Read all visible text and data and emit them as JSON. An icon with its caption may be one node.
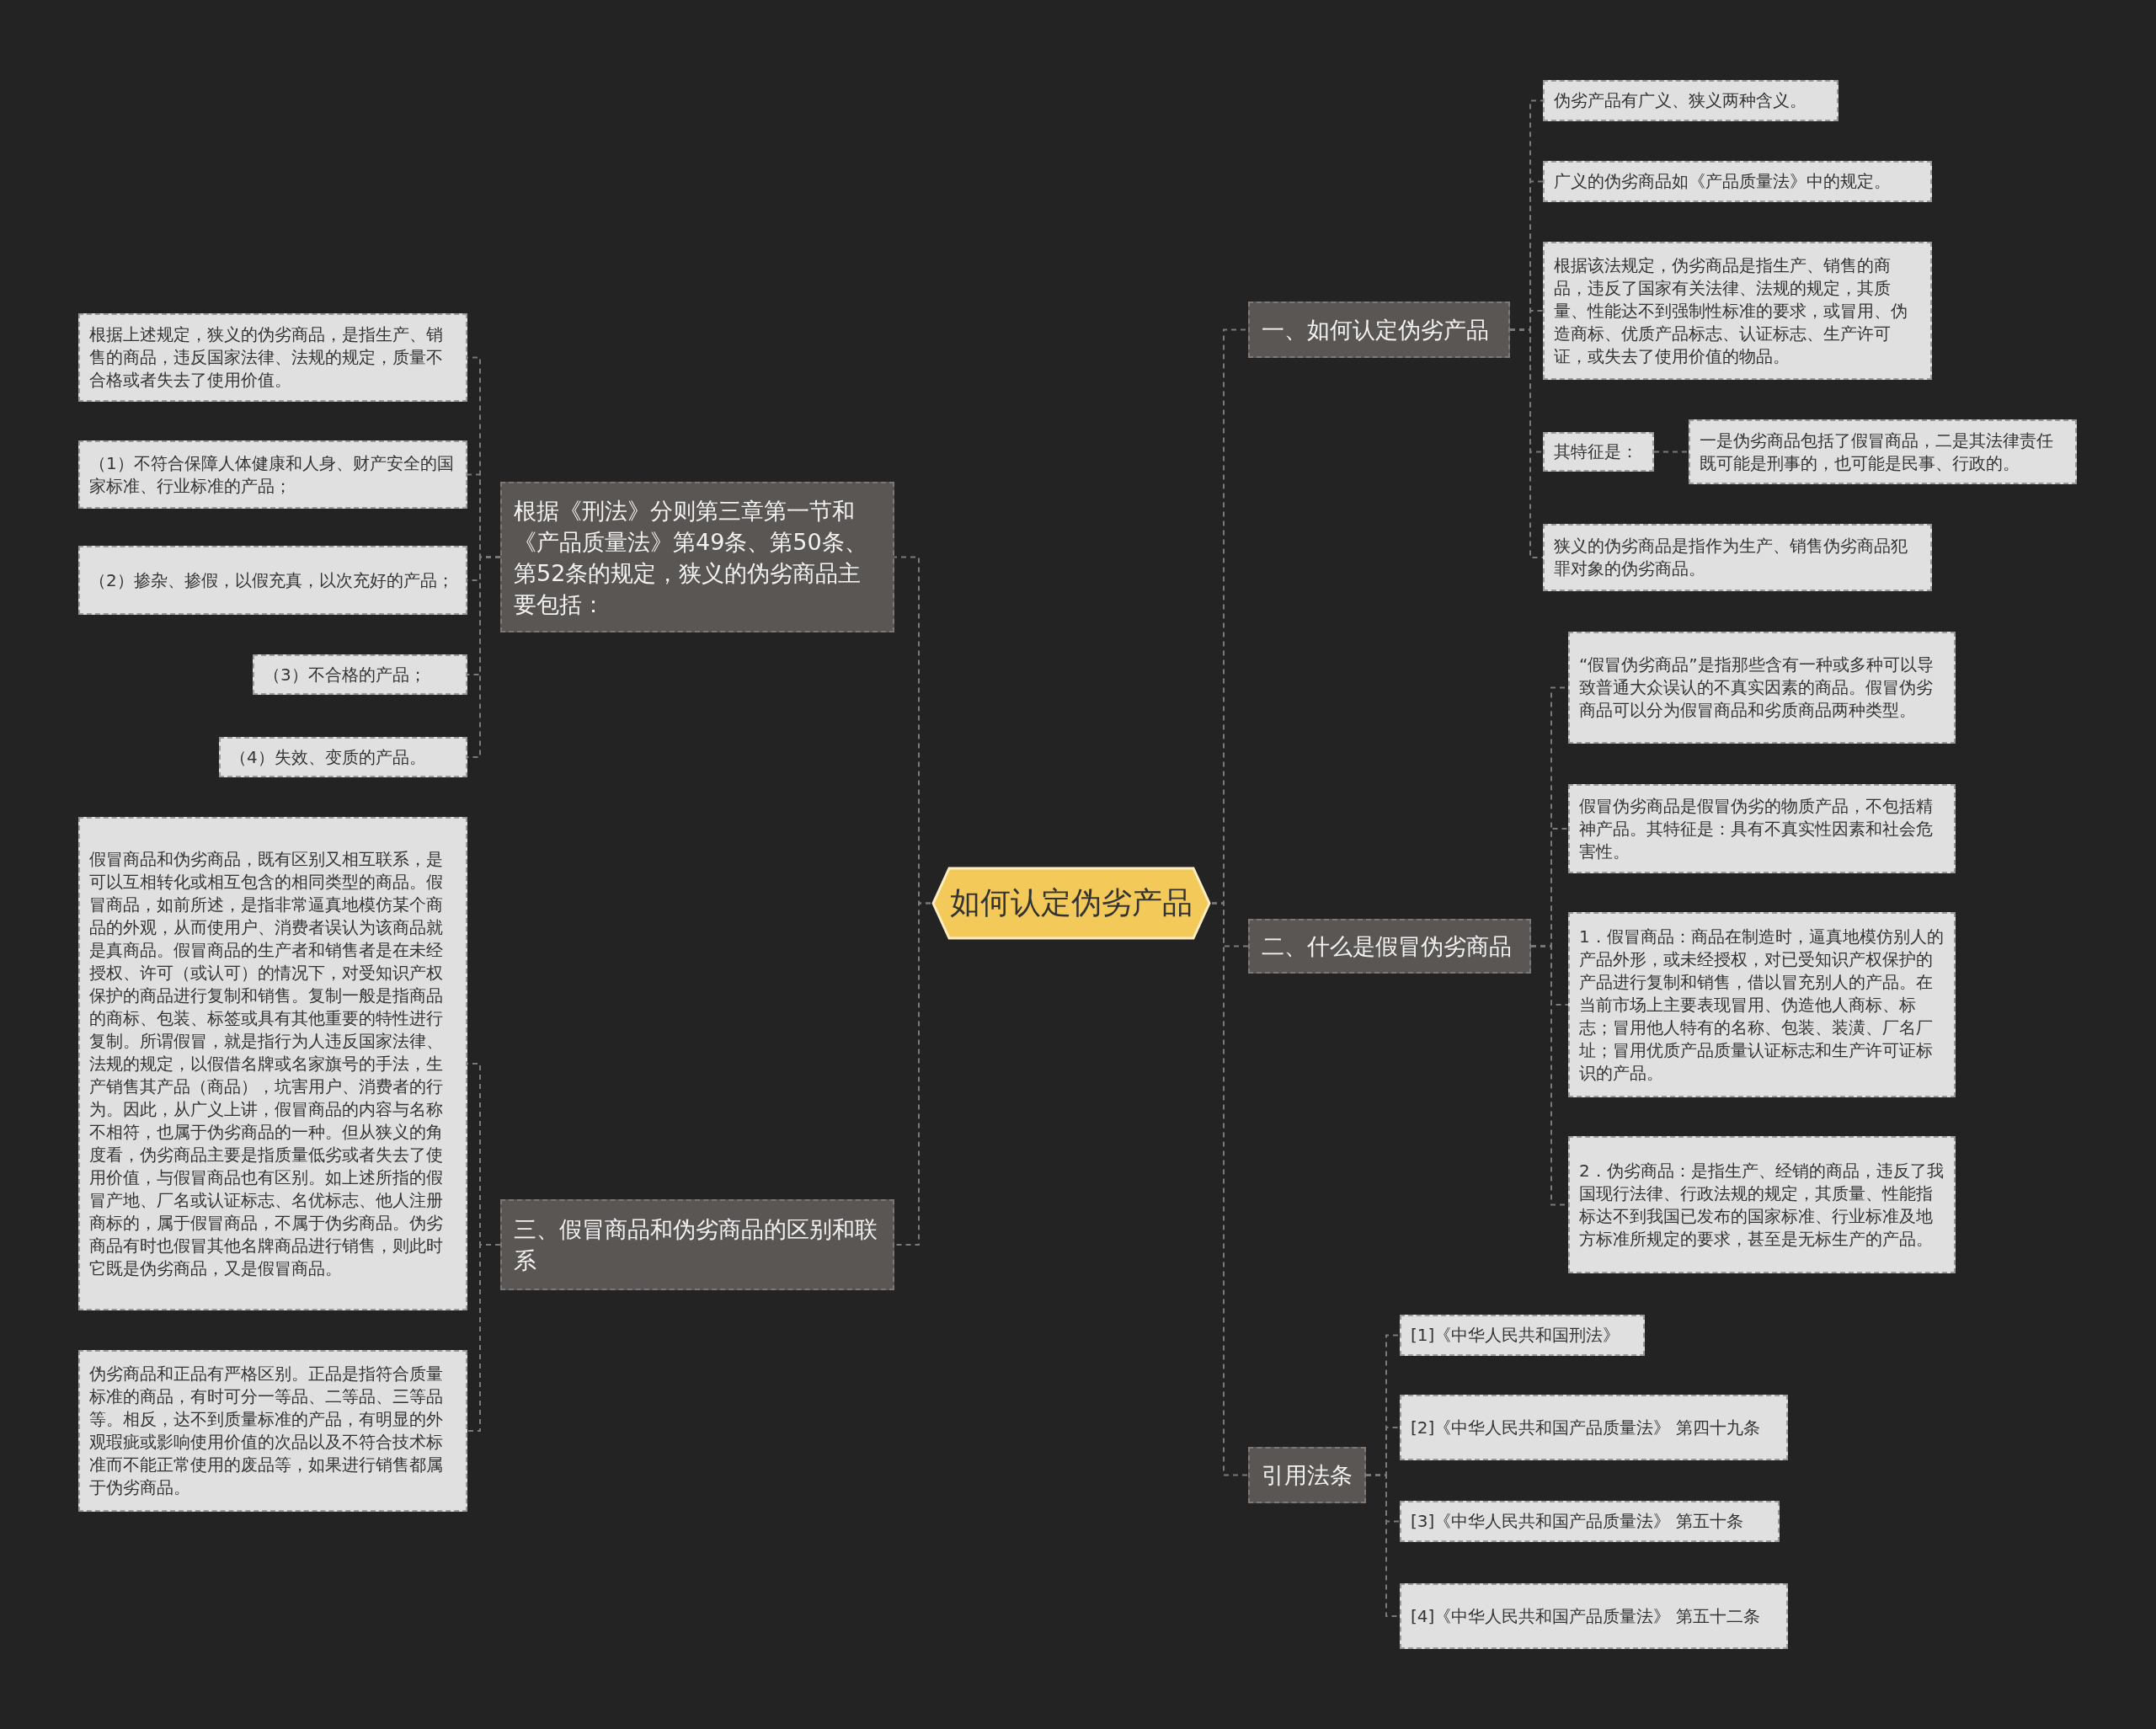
{
  "diagram": {
    "nodes": [
      {
        "text": [
          "如何认定伪劣产品"
        ]
      },
      {
        "text": [
          "一、如何认定伪劣产品"
        ]
      },
      {
        "text": [
          "伪劣产品有广义、狭义两种含义。"
        ]
      },
      {
        "text": [
          "广义的伪劣商品如《产品质量法》中的规定。"
        ]
      },
      {
        "text": [
          "根据该法规定，伪劣商品是指生产、销售的商品，违反了国家有关法律、法规的规定，其质量、性能达不到强制性标准的要求，或冒用、伪造商标、优质产品标志、认证标志、生产许可证，或失去了使用价值的物品。"
        ]
      },
      {
        "text": [
          "其特征是："
        ]
      },
      {
        "text": [
          "一是伪劣商品包括了假冒商品，二是其法律责任既可能是刑事的，也可能是民事、行政的。"
        ]
      },
      {
        "text": [
          "狭义的伪劣商品是指作为生产、销售伪劣商品犯罪对象的伪劣商品。"
        ]
      },
      {
        "text": [
          "二、什么是假冒伪劣商品"
        ]
      },
      {
        "text": [
          "“假冒伪劣商品”是指那些含有一种或多种可以导致普通大众误认的不真实因素的商品。假冒伪劣商品可以分为假冒商品和劣质商品两种类型。"
        ]
      },
      {
        "text": [
          "假冒伪劣商品是假冒伪劣的物质产品，不包括精神产品。其特征是：具有不真实性因素和社会危害性。"
        ]
      },
      {
        "text": [
          "1．假冒商品：商品在制造时，逼真地模仿别人的产品外形，或未经授权，对已受知识产权保护的产品进行复制和销售，借以冒充别人的产品。在当前市场上主要表现冒用、伪造他人商标、标志；冒用他人特有的名称、包装、装潢、厂名厂址；冒用优质产品质量认证标志和生产许可证标识的产品。"
        ]
      },
      {
        "text": [
          "2．伪劣商品：是指生产、经销的商品，违反了我国现行法律、行政法规的规定，其质量、性能指标达不到我国已发布的国家标准、行业标准及地方标准所规定的要求，甚至是无标生产的产品。"
        ]
      },
      {
        "text": [
          "引用法条"
        ]
      },
      {
        "text": [
          "[1]《中华人民共和国刑法》"
        ]
      },
      {
        "text": [
          "[2]《中华人民共和国产品质量法》 第四十九条"
        ]
      },
      {
        "text": [
          "[3]《中华人民共和国产品质量法》 第五十条"
        ]
      },
      {
        "text": [
          "[4]《中华人民共和国产品质量法》 第五十二条"
        ]
      },
      {
        "text": [
          "根据《刑法》分则第三章第一节和《产品质量法》第49条、第50条、第52条的规定，狭义的伪劣商品主要包括："
        ]
      },
      {
        "text": [
          "根据上述规定，狭义的伪劣商品，是指生产、销售的商品，违反国家法律、法规的规定，质量不合格或者失去了使用价值。"
        ]
      },
      {
        "text": [
          "（1）不符合保障人体健康和人身、财产安全的国家标准、行业标准的产品；"
        ]
      },
      {
        "text": [
          "（2）掺杂、掺假，以假充真，以次充好的产品；"
        ]
      },
      {
        "text": [
          "（3）不合格的产品；"
        ]
      },
      {
        "text": [
          "（4）失效、变质的产品。"
        ]
      },
      {
        "text": [
          "三、假冒商品和伪劣商品的区别和联系"
        ]
      },
      {
        "text": [
          "假冒商品和伪劣商品，既有区别又相互联系，是可以互相转化或相互包含的相同类型的商品。假冒商品，如前所述，是指非常逼真地模仿某个商品的外观，从而使用户、消费者误认为该商品就是真商品。假冒商品的生产者和销售者是在未经授权、许可（或认可）的情况下，对受知识产权保护的商品进行复制和销售。复制一般是指商品的商标、包装、标签或具有其他重要的特性进行复制。所谓假冒，就是指行为人违反国家法律、法规的规定，以假借名牌或名家旗号的手法，生产销售其产品（商品），坑害用户、消费者的行为。因此，从广义上讲，假冒商品的内容与名称不相符，也属于伪劣商品的一种。但从狭义的角度看，伪劣商品主要是指质量低劣或者失去了使用价值，与假冒商品也有区别。如上述所指的假冒产地、厂名或认证标志、名优标志、他人注册商标的，属于假冒商品，不属于伪劣商品。伪劣商品有时也假冒其他名牌商品进行销售，则此时它既是伪劣商品，又是假冒商品。"
        ]
      },
      {
        "text": [
          "伪劣商品和正品有严格区别。正品是指符合质量标准的商品，有时可分一等品、二等品、三等品等。相反，达不到质量标准的产品，有明显的外观瑕疵或影响使用价值的次品以及不符合技术标准而不能正常使用的废品等，如果进行销售都属于伪劣商品。"
        ]
      }
    ],
    "edges": [
      {
        "from": 0,
        "to": 1,
        "arrow": "none"
      },
      {
        "from": 1,
        "to": 2,
        "arrow": "none"
      },
      {
        "from": 1,
        "to": 3,
        "arrow": "none"
      },
      {
        "from": 1,
        "to": 4,
        "arrow": "none"
      },
      {
        "from": 1,
        "to": 5,
        "arrow": "none"
      },
      {
        "from": 5,
        "to": 6,
        "arrow": "none"
      },
      {
        "from": 1,
        "to": 7,
        "arrow": "none"
      },
      {
        "from": 0,
        "to": 8,
        "arrow": "none"
      },
      {
        "from": 8,
        "to": 9,
        "arrow": "none"
      },
      {
        "from": 8,
        "to": 10,
        "arrow": "none"
      },
      {
        "from": 8,
        "to": 11,
        "arrow": "none"
      },
      {
        "from": 8,
        "to": 12,
        "arrow": "none"
      },
      {
        "from": 0,
        "to": 13,
        "arrow": "none"
      },
      {
        "from": 13,
        "to": 14,
        "arrow": "none"
      },
      {
        "from": 13,
        "to": 15,
        "arrow": "none"
      },
      {
        "from": 13,
        "to": 16,
        "arrow": "none"
      },
      {
        "from": 13,
        "to": 17,
        "arrow": "none"
      },
      {
        "from": 0,
        "to": 18,
        "arrow": "none"
      },
      {
        "from": 18,
        "to": 19,
        "arrow": "none"
      },
      {
        "from": 18,
        "to": 20,
        "arrow": "none"
      },
      {
        "from": 18,
        "to": 21,
        "arrow": "none"
      },
      {
        "from": 18,
        "to": 22,
        "arrow": "none"
      },
      {
        "from": 18,
        "to": 23,
        "arrow": "none"
      },
      {
        "from": 0,
        "to": 24,
        "arrow": "none"
      },
      {
        "from": 24,
        "to": 25,
        "arrow": "none"
      },
      {
        "from": 24,
        "to": 26,
        "arrow": "none"
      }
    ]
  }
}
